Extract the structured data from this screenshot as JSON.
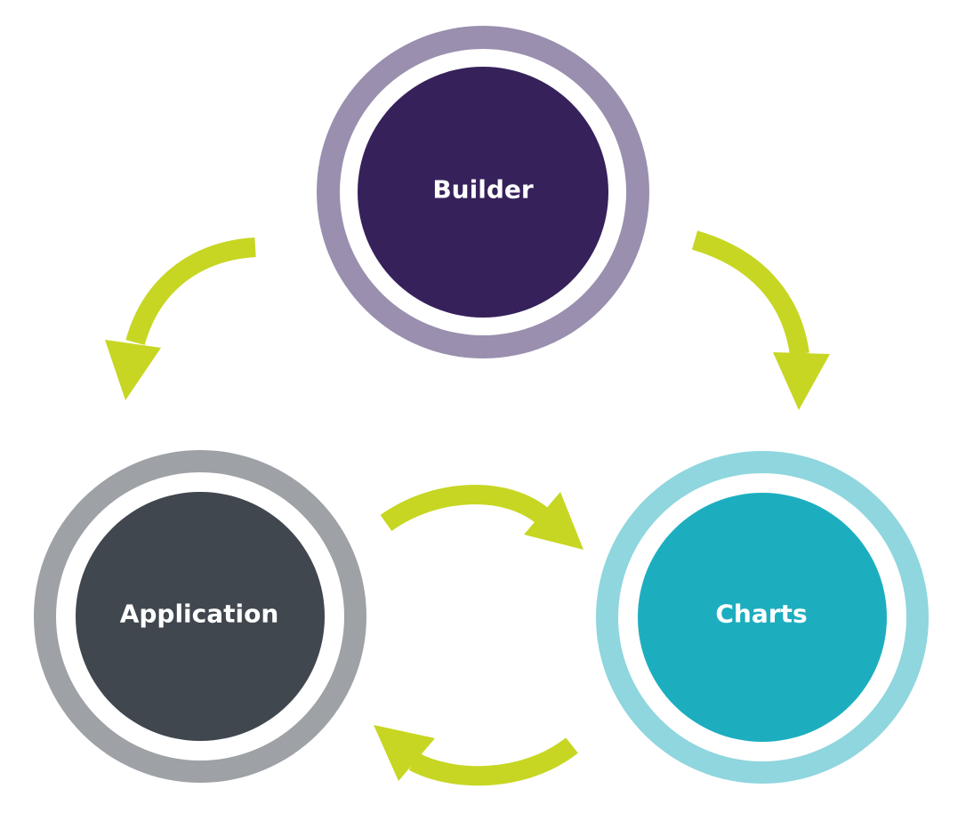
{
  "diagram": {
    "type": "cycle",
    "nodes": [
      {
        "id": "builder",
        "label": "Builder",
        "outer_color": "#9a8fae",
        "inner_color": "#36215b",
        "text_color": "#ffffff"
      },
      {
        "id": "application",
        "label": "Application",
        "outer_color": "#9ea1a6",
        "inner_color": "#40474e",
        "text_color": "#ffffff"
      },
      {
        "id": "charts",
        "label": "Charts",
        "outer_color": "#8fd6de",
        "inner_color": "#1caebf",
        "text_color": "#ffffff"
      }
    ],
    "edges": [
      {
        "from": "builder",
        "to": "application"
      },
      {
        "from": "builder",
        "to": "charts"
      },
      {
        "from": "application",
        "to": "charts"
      },
      {
        "from": "charts",
        "to": "application"
      }
    ],
    "arrow_color": "#c7d622",
    "background": "#ffffff"
  }
}
